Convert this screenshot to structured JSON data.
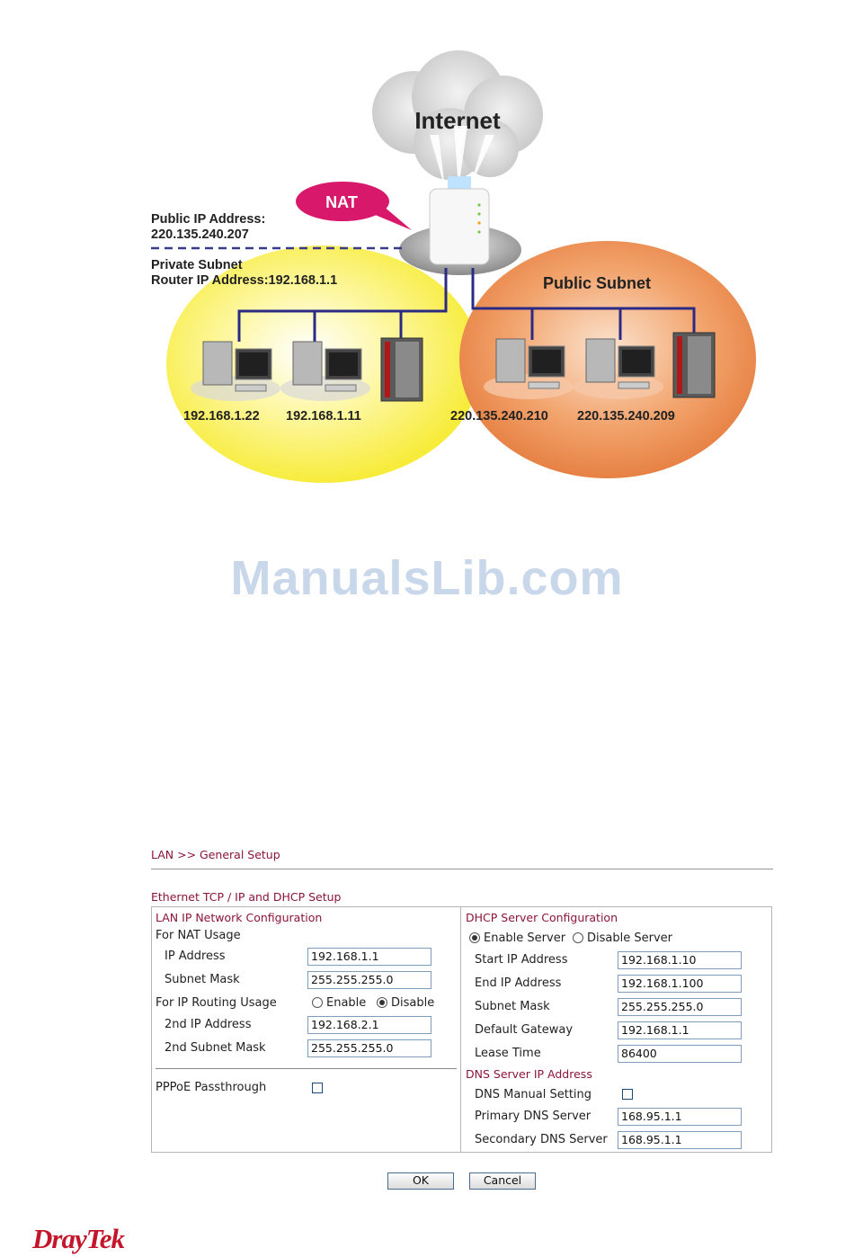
{
  "diagram": {
    "internet_label": "Internet",
    "nat_label": "NAT",
    "public_ip_label": "Public IP Address:",
    "public_ip_value": "220.135.240.207",
    "private_subnet_label": "Private Subnet",
    "router_ip_label": "Router IP Address:192.168.1.1",
    "public_subnet_label": "Public Subnet",
    "hosts": [
      "192.168.1.22",
      "192.168.1.11",
      "220.135.240.210",
      "220.135.240.209"
    ]
  },
  "watermark": "ManualsLib.com",
  "breadcrumb": "LAN >> General Setup",
  "section_title": "Ethernet TCP / IP and DHCP Setup",
  "lan": {
    "header": "LAN IP Network Configuration",
    "nat_usage": "For NAT Usage",
    "ip_label": "IP Address",
    "ip_value": "192.168.1.1",
    "mask_label": "Subnet Mask",
    "mask_value": "255.255.255.0",
    "routing_label": "For IP Routing Usage",
    "enable_label": "Enable",
    "disable_label": "Disable",
    "ip2_label": "2nd IP Address",
    "ip2_value": "192.168.2.1",
    "mask2_label": "2nd Subnet Mask",
    "mask2_value": "255.255.255.0",
    "pppoe_label": "PPPoE Passthrough"
  },
  "dhcp": {
    "header": "DHCP Server Configuration",
    "enable_label": "Enable Server",
    "disable_label": "Disable Server",
    "start_label": "Start IP Address",
    "start_value": "192.168.1.10",
    "end_label": "End IP Address",
    "end_value": "192.168.1.100",
    "mask_label": "Subnet Mask",
    "mask_value": "255.255.255.0",
    "gateway_label": "Default Gateway",
    "gateway_value": "192.168.1.1",
    "lease_label": "Lease Time",
    "lease_value": "86400"
  },
  "dns": {
    "header": "DNS Server IP Address",
    "manual_label": "DNS Manual Setting",
    "primary_label": "Primary DNS Server",
    "primary_value": "168.95.1.1",
    "secondary_label": "Secondary DNS Server",
    "secondary_value": "168.95.1.1"
  },
  "buttons": {
    "ok": "OK",
    "cancel": "Cancel"
  },
  "logo_text": "DrayTek"
}
